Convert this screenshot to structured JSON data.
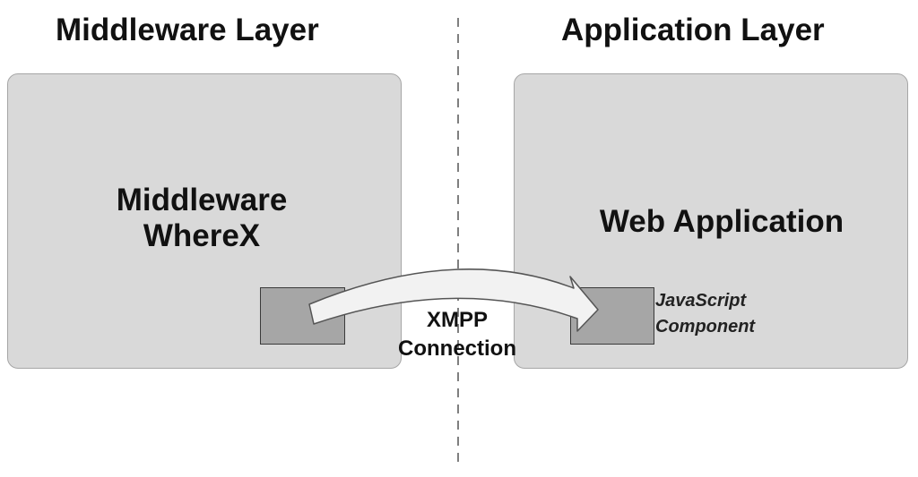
{
  "layers": {
    "left_title": "Middleware Layer",
    "right_title": "Application Layer"
  },
  "middleware_box": {
    "label_line1": "Middleware",
    "label_line2": "WhereX"
  },
  "application_box": {
    "label": "Web Application",
    "component_label_line1": "JavaScript",
    "component_label_line2": "Component"
  },
  "connection": {
    "label_line1": "XMPP",
    "label_line2": "Connection"
  },
  "colors": {
    "box_fill": "#d9d9d9",
    "component_fill": "#a6a6a6",
    "arrow_fill": "#f2f2f2",
    "divider": "#7f7f7f"
  }
}
